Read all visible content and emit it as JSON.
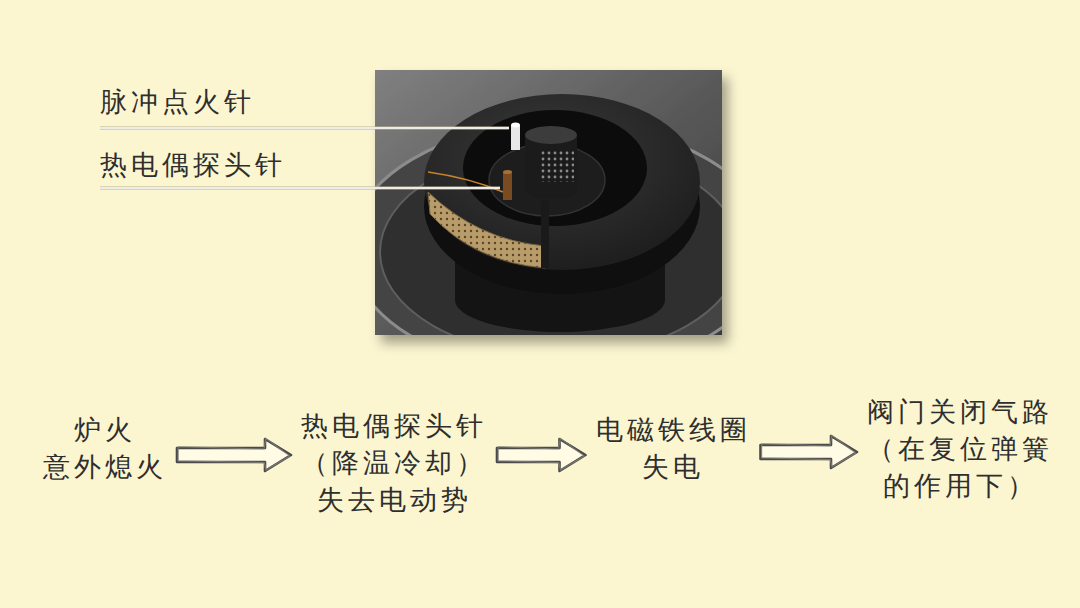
{
  "diagram": {
    "nodes": [
      {
        "text": [
          "炉火 意外熄火"
        ]
      },
      {
        "text": [
          "热电偶探头针 （降温冷却） 失去电动势"
        ]
      },
      {
        "text": [
          "电磁铁线圈 失电"
        ]
      },
      {
        "text": [
          "阀门关闭气路 （在复位弹簧 的作用下）"
        ]
      }
    ],
    "edges": [
      {
        "from": 0,
        "to": 1,
        "arrow": "to"
      },
      {
        "from": 1,
        "to": 2,
        "arrow": "to"
      },
      {
        "from": 2,
        "to": 3,
        "arrow": "to"
      }
    ],
    "labels": [
      "脉冲点火针",
      "热电偶探头针"
    ]
  }
}
